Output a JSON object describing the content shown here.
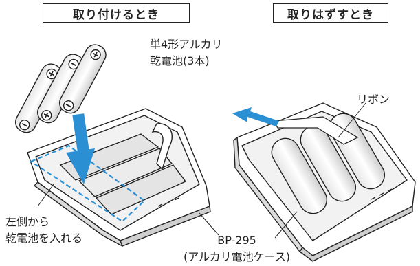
{
  "install": {
    "title": "取り付けるとき",
    "battery_label": [
      "単4形アルカリ",
      "乾電池(3本)"
    ],
    "insert_label": [
      "左側から",
      "乾電池を入れる"
    ]
  },
  "remove": {
    "title": "取りはずすとき",
    "ribbon_label": "リボン"
  },
  "case_label": [
    "BP-295",
    "(アルカリ電池ケース)"
  ],
  "colors": {
    "arrow": "#2b8fd4",
    "line": "#222222",
    "fill": "#ffffff",
    "shade": "#dcdcdc"
  }
}
